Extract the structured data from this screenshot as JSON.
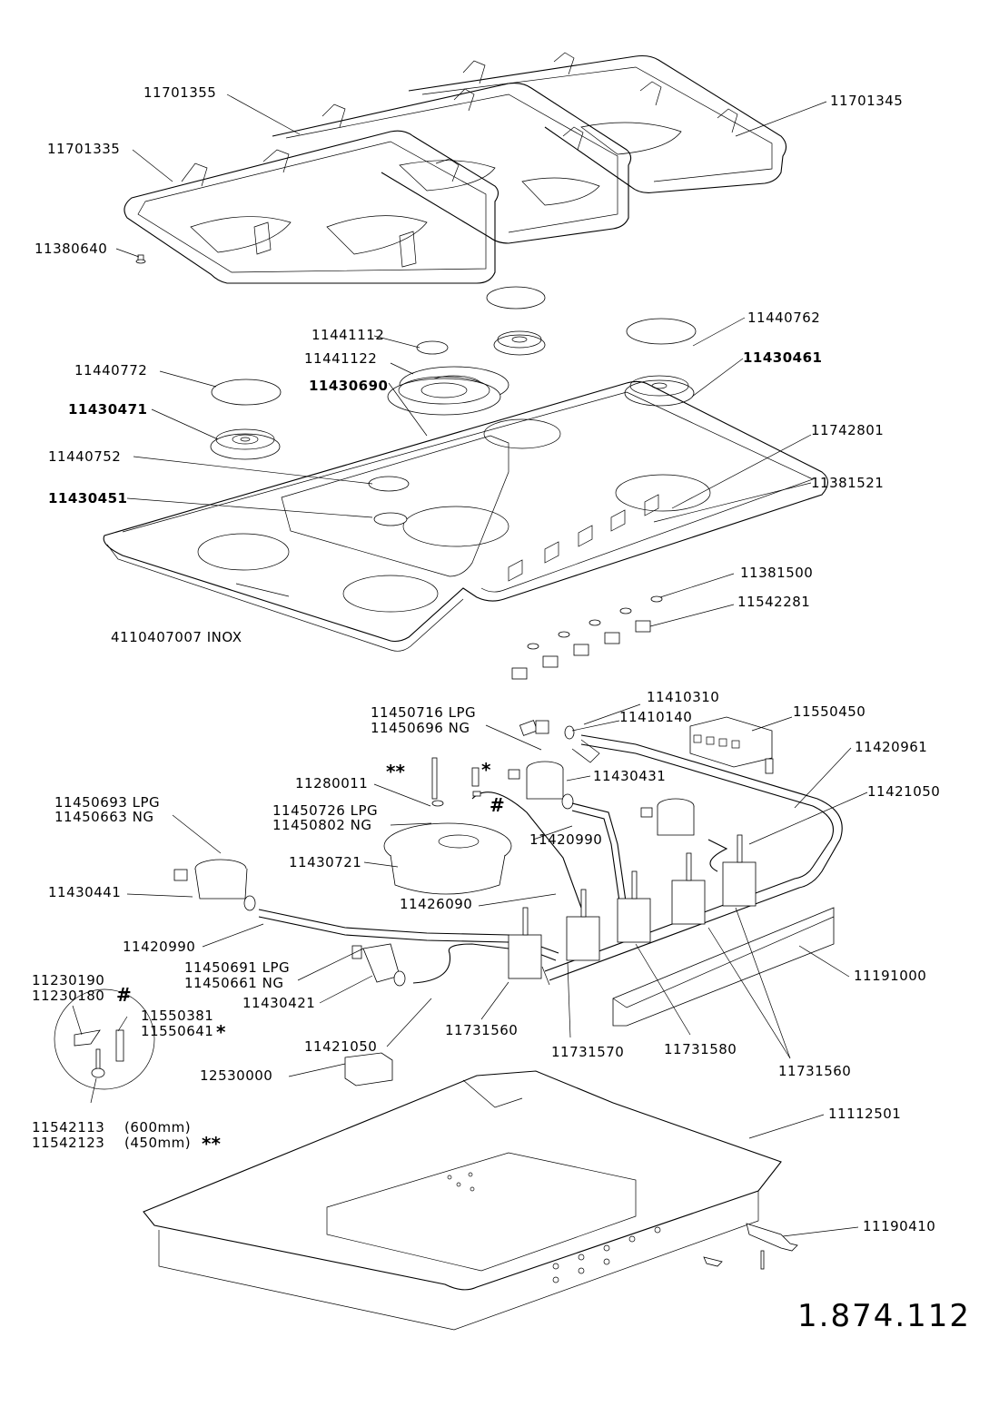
{
  "diagram": {
    "type": "exploded-parts-diagram",
    "subject": "Gas cooktop exploded view",
    "drawing_number": "1.874.112",
    "parts": {
      "pan_support_right": "11701345",
      "pan_support_center": "11701355",
      "pan_support_left": "11701335",
      "rubber_foot": "11380640",
      "cap_small_center": "11441112",
      "cap_triple_ring": "11441122",
      "cap_right": "11440762",
      "cap_left": "11440772",
      "burner_right": "11430461",
      "burner_left": "11430471",
      "burner_triple_crown": "11430690",
      "cap_aux": "11440752",
      "burner_aux": "11430451",
      "knob_bush": "11742801",
      "knob_seal": "11381521",
      "worktop": "4110407007 INOX",
      "knob_ring": "11381500",
      "knob": "11542281",
      "elbow_fitting": "11410310",
      "gasket": "11410140",
      "ignition_unit": "11550450",
      "gas_manifold": "11420961",
      "pipe_right": "11421050",
      "injector_431_lpg": "11450716 LPG",
      "injector_431_ng": "11450696 NG",
      "burner_body_431": "11430431",
      "thermocouple_nut": "11280011",
      "injector_721_lpg": "11450726 LPG",
      "injector_721_ng": "11450802 NG",
      "burner_body_721": "11430721",
      "pipe_center": "11420990",
      "injector_441_lpg": "11450693 LPG",
      "injector_441_ng": "11450663 NG",
      "burner_body_441": "11430441",
      "pipe_left": "11420990",
      "thermocouple_pipe": "11426090",
      "injector_421_lpg": "11450691 LPG",
      "injector_421_ng": "11450661 NG",
      "burner_body_421": "11430421",
      "pipe_front": "11421050",
      "bracket": "11191000",
      "clip_a": "11230190",
      "clip_b": "11230180",
      "clip_b_mark": "#",
      "electrode_a": "11550381",
      "electrode_b": "11550641",
      "electrode_b_mark": "*",
      "thermocouple_600": "11542113",
      "thermocouple_600_len": "(600mm)",
      "thermocouple_450": "11542123",
      "thermocouple_450_len": "(450mm)",
      "thermocouple_450_mark": "**",
      "valve_left": "11731560",
      "valve_center": "11731570",
      "valve_triple": "11731580",
      "valve_right_group": "11731560",
      "cable_clamp": "12530000",
      "base_tray": "11112501",
      "fixing_clamp": "11190410"
    },
    "callout_marks": {
      "thermocouple_mark": "**",
      "electrode_mark": "*",
      "clip_mark": "#"
    }
  }
}
